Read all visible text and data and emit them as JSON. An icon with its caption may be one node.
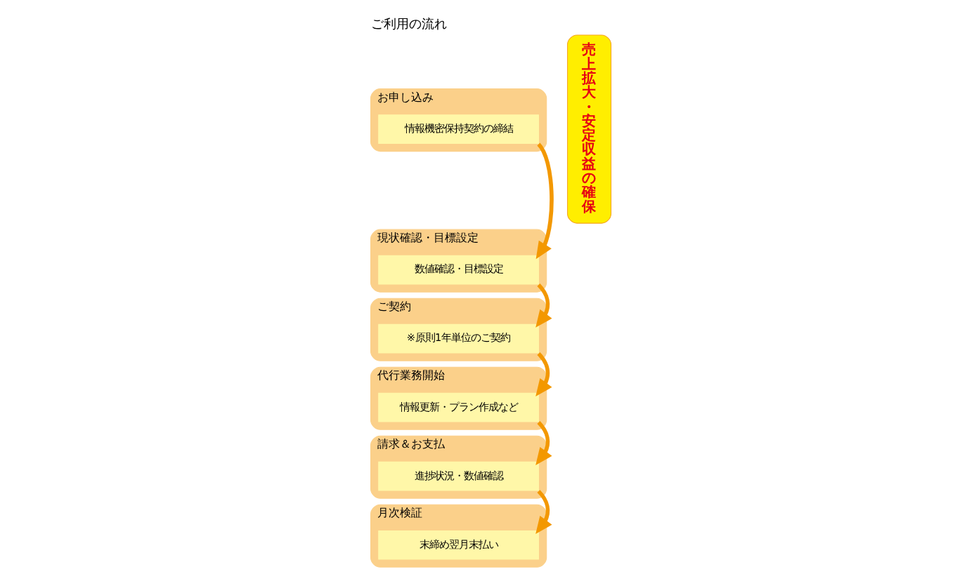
{
  "diagram": {
    "title": "ご利用の流れ",
    "nodes": [
      {
        "text": [
          "お申し込み"
        ]
      },
      {
        "text": [
          "情報機密保持契約の締結"
        ],
        "in": 0
      },
      {
        "text": [
          "現状確認・目標設定"
        ]
      },
      {
        "text": [
          "数値確認・目標設定"
        ],
        "in": 2
      },
      {
        "text": [
          "ご契約"
        ]
      },
      {
        "text": [
          "※原則1年単位のご契約"
        ],
        "in": 4
      },
      {
        "text": [
          "代行業務開始"
        ]
      },
      {
        "text": [
          "情報更新・プラン作成など"
        ],
        "in": 6
      },
      {
        "text": [
          "請求＆お支払"
        ]
      },
      {
        "text": [
          "進捗状況・数値確認"
        ],
        "in": 8
      },
      {
        "text": [
          "月次検証"
        ]
      },
      {
        "text": [
          "末締め翌月末払い"
        ],
        "in": 10
      },
      {
        "text": [
          "売上拡大・安定収益の確保"
        ]
      }
    ],
    "edges": [
      {
        "from": 1,
        "to": 3,
        "arrow": "to"
      },
      {
        "from": 3,
        "to": 5,
        "arrow": "to"
      },
      {
        "from": 5,
        "to": 7,
        "arrow": "to"
      },
      {
        "from": 7,
        "to": 9,
        "arrow": "to"
      },
      {
        "from": 9,
        "to": 11,
        "arrow": "to"
      }
    ]
  }
}
